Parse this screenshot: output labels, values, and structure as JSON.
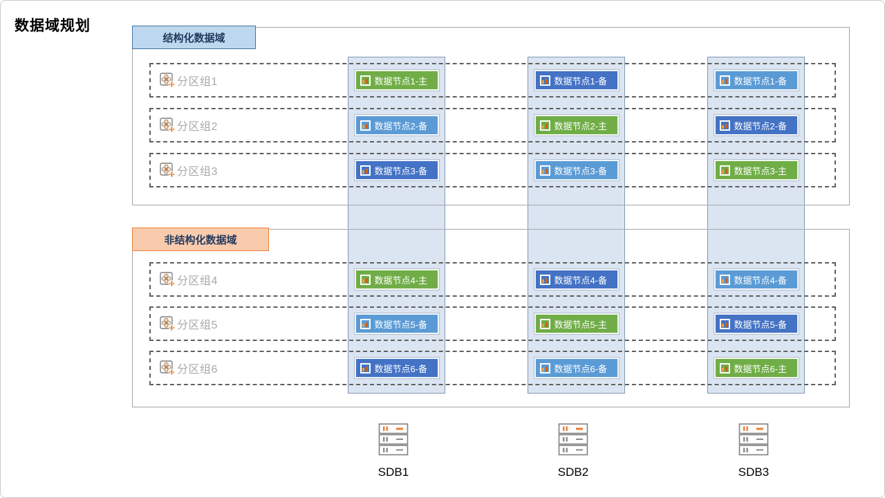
{
  "title": "数据域规划",
  "colors": {
    "primary": "#70AD47",
    "backup_dark": "#4472C4",
    "backup_light": "#5B9BD5",
    "column_fill": "#DBE5F1",
    "structured_label_fill": "#BDD7EE",
    "structured_label_border": "#41719C",
    "unstructured_label_fill": "#F8CBAD",
    "unstructured_label_border": "#ED7D31"
  },
  "legend_semantics": {
    "primary": "主 (primary) = green",
    "backup_dark": "备 (backup) = dark blue",
    "backup_light": "备 (backup) = light blue"
  },
  "domains": [
    {
      "id": "structured",
      "label": "结构化数据域",
      "groups": [
        {
          "label": "分区组1",
          "nodes": [
            {
              "text": "数据节点1-主",
              "role": "primary"
            },
            {
              "text": "数据节点1-备",
              "role": "backup_dark"
            },
            {
              "text": "数据节点1-备",
              "role": "backup_light"
            }
          ]
        },
        {
          "label": "分区组2",
          "nodes": [
            {
              "text": "数据节点2-备",
              "role": "backup_light"
            },
            {
              "text": "数据节点2-主",
              "role": "primary"
            },
            {
              "text": "数据节点2-备",
              "role": "backup_dark"
            }
          ]
        },
        {
          "label": "分区组3",
          "nodes": [
            {
              "text": "数据节点3-备",
              "role": "backup_dark"
            },
            {
              "text": "数据节点3-备",
              "role": "backup_light"
            },
            {
              "text": "数据节点3-主",
              "role": "primary"
            }
          ]
        }
      ]
    },
    {
      "id": "unstructured",
      "label": "非结构化数据域",
      "groups": [
        {
          "label": "分区组4",
          "nodes": [
            {
              "text": "数据节点4-主",
              "role": "primary"
            },
            {
              "text": "数据节点4-备",
              "role": "backup_dark"
            },
            {
              "text": "数据节点4-备",
              "role": "backup_light"
            }
          ]
        },
        {
          "label": "分区组5",
          "nodes": [
            {
              "text": "数据节点5-备",
              "role": "backup_light"
            },
            {
              "text": "数据节点5-主",
              "role": "primary"
            },
            {
              "text": "数据节点5-备",
              "role": "backup_dark"
            }
          ]
        },
        {
          "label": "分区组6",
          "nodes": [
            {
              "text": "数据节点6-备",
              "role": "backup_dark"
            },
            {
              "text": "数据节点6-备",
              "role": "backup_light"
            },
            {
              "text": "数据节点6-主",
              "role": "primary"
            }
          ]
        }
      ]
    }
  ],
  "servers": [
    {
      "label": "SDB1"
    },
    {
      "label": "SDB2"
    },
    {
      "label": "SDB3"
    }
  ],
  "icons": {
    "partition_group": "partition-group-add-icon",
    "data_node": "database-node-icon",
    "server": "server-rack-icon"
  }
}
